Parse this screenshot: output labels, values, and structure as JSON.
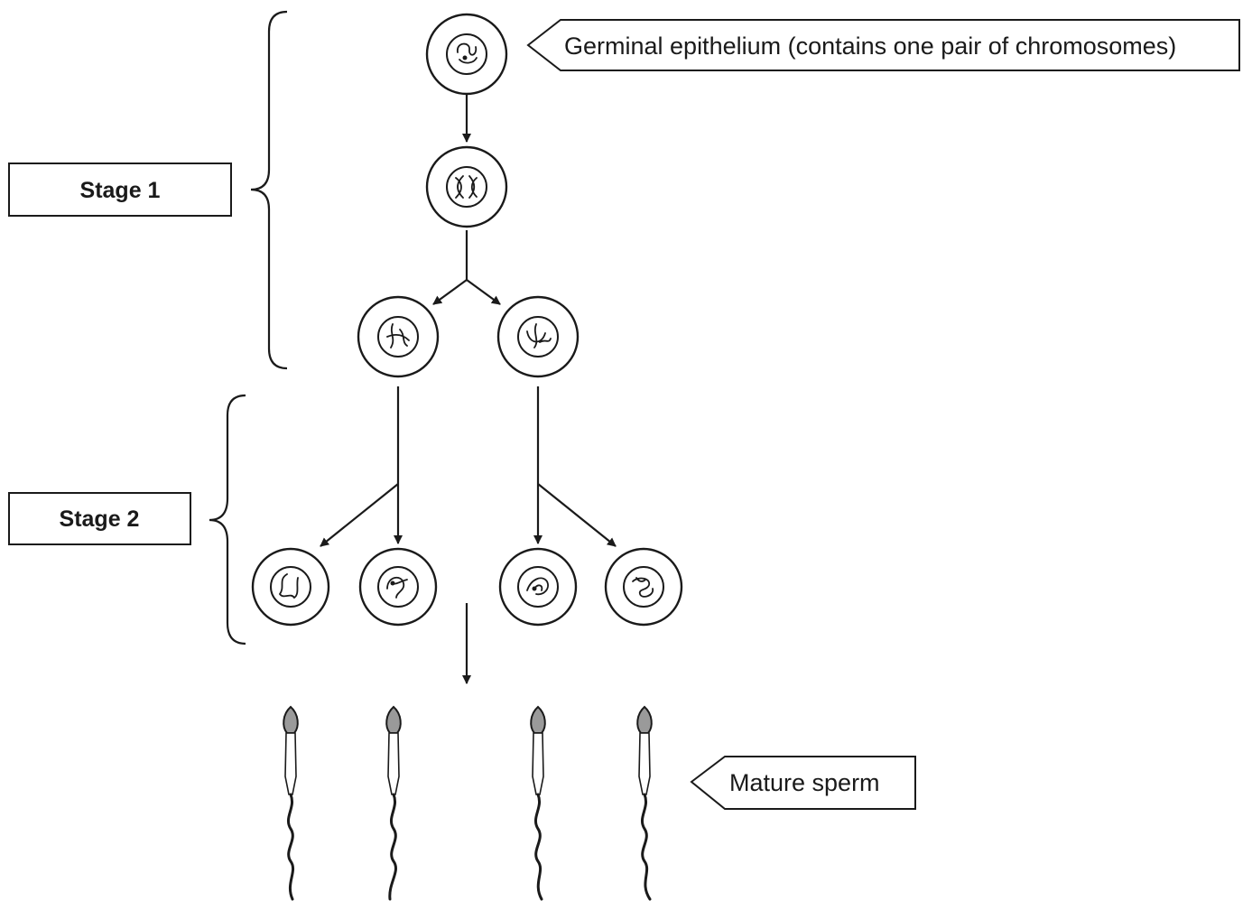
{
  "labels": {
    "stage1": "Stage 1",
    "stage2": "Stage 2",
    "germinal": "Germinal epithelium (contains one pair of chromosomes)",
    "sperm": "Mature sperm"
  },
  "colors": {
    "ink": "#1a1a1a",
    "sperm_head": "#9a9a9a",
    "background": "#ffffff"
  }
}
